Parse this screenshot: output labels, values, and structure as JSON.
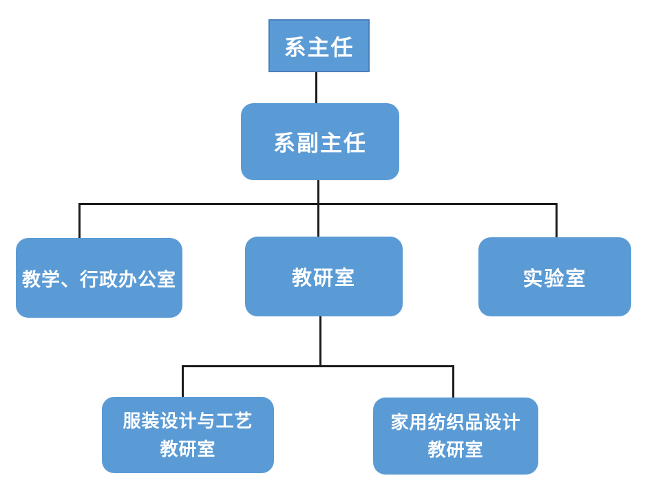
{
  "diagram": {
    "type": "org-chart",
    "nodes": {
      "director": {
        "label": "系主任",
        "level": 1,
        "shape": "rectangle"
      },
      "deputy": {
        "label": "系副主任",
        "level": 2,
        "shape": "rounded-rectangle"
      },
      "office": {
        "label": "教学、行政办公室",
        "level": 3,
        "shape": "rounded-rectangle"
      },
      "research": {
        "label": "教研室",
        "level": 3,
        "shape": "rounded-rectangle"
      },
      "lab": {
        "label": "实验室",
        "level": 3,
        "shape": "rounded-rectangle"
      },
      "fashion": {
        "label": "服装设计与工艺\n教研室",
        "level": 4,
        "shape": "rounded-rectangle"
      },
      "textile": {
        "label": "家用纺织品设计\n教研室",
        "level": 4,
        "shape": "rounded-rectangle"
      }
    },
    "edges": [
      {
        "from": "director",
        "to": "deputy"
      },
      {
        "from": "deputy",
        "to": "office"
      },
      {
        "from": "deputy",
        "to": "research"
      },
      {
        "from": "deputy",
        "to": "lab"
      },
      {
        "from": "research",
        "to": "fashion"
      },
      {
        "from": "research",
        "to": "textile"
      }
    ],
    "colors": {
      "node_fill": "#5b9bd5",
      "node_border": "#4a7ebd",
      "node_text": "#ffffff",
      "connector": "#1a1a1a",
      "background": "#ffffff"
    }
  }
}
